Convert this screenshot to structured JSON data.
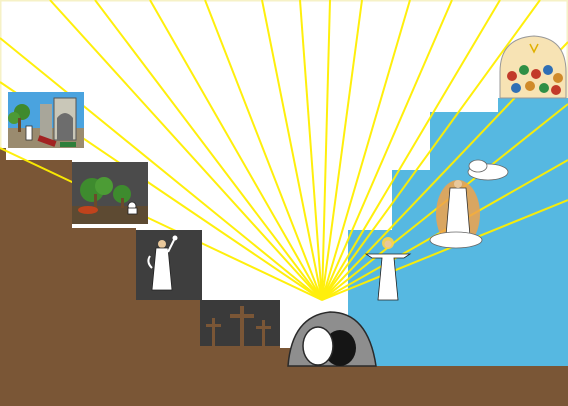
{
  "scene": {
    "background": "#ffffff",
    "frame": "#f6f1c6",
    "ground": "#7a5636",
    "sky": "#56b8e1",
    "rays": "#ffef00",
    "panels": [
      {
        "name": "panel-city-scene",
        "bg": "#4aa3df"
      },
      {
        "name": "panel-garden-prayer",
        "bg": "#4b4b4b"
      },
      {
        "name": "panel-jesus-standing",
        "bg": "#3e3e3e"
      },
      {
        "name": "panel-three-crosses",
        "bg": "#3a3a3a"
      }
    ],
    "icons": [
      "city-scene-illustration",
      "garden-prayer-illustration",
      "jesus-standing-illustration",
      "three-crosses-icon",
      "empty-tomb-icon",
      "risen-jesus-icon",
      "ascension-cloud-icon",
      "pentecost-crowd-icon"
    ]
  }
}
